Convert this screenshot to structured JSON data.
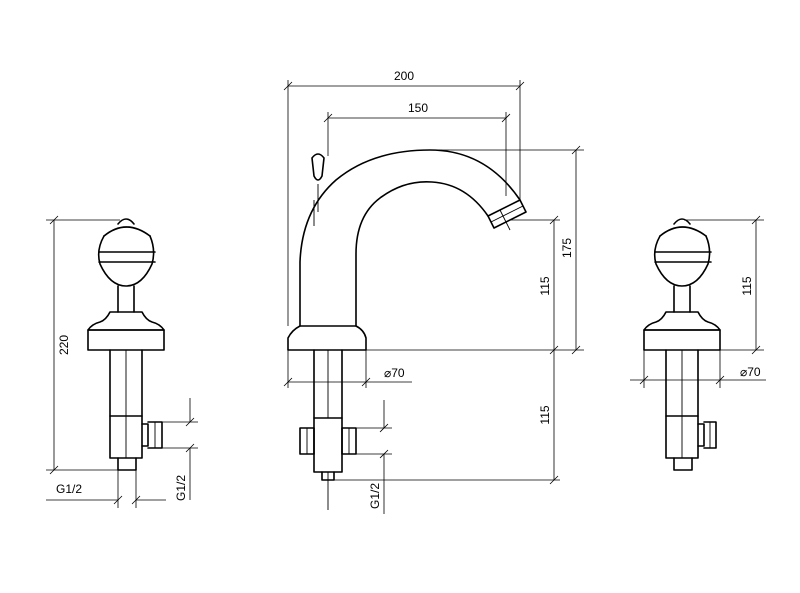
{
  "dimensions": {
    "overall_width": "200",
    "reach": "150",
    "spout_height_total": "175",
    "spout_outlet_height": "115",
    "below_deck_length": "115",
    "side_handle_height": "115",
    "overall_height": "220",
    "base_diameter_center": "⌀70",
    "base_diameter_right": "⌀70",
    "thread_left_a": "G1/2",
    "thread_left_b": "G1/2",
    "thread_center": "G1/2"
  }
}
